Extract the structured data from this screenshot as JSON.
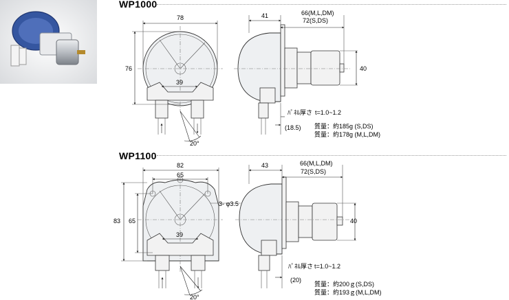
{
  "photo": {
    "icon": "peristaltic-pump-photo",
    "colors": {
      "head": "#3556a0",
      "motor": "#c9ccd1"
    }
  },
  "wp1000": {
    "title": "WP1000",
    "front": {
      "width": "78",
      "height": "76",
      "inner": "39",
      "angle": "20°"
    },
    "side": {
      "depth1": "41",
      "depth2_line1": "66(M,L,DM)",
      "depth2_line2": "72(S,DS)",
      "motor_height": "40",
      "panel_label": "ﾊﾟﾈﾙ厚さ",
      "panel_value": "t=1.0~1.2",
      "offset": "(18.5)"
    },
    "mass_1": "質量：約185g (S,DS)",
    "mass_2": "質量：約178g (M,L,DM)"
  },
  "wp1100": {
    "title": "WP1100",
    "front": {
      "outer_width": "82",
      "inner_width": "65",
      "outer_height": "83",
      "inner_height": "65",
      "holes": "3- φ3.5",
      "inner": "39",
      "angle": "20°"
    },
    "side": {
      "depth1": "43",
      "depth2_line1": "66(M,L,DM)",
      "depth2_line2": "72(S,DS)",
      "motor_height": "40",
      "panel_label": "ﾊﾟﾈﾙ厚さ",
      "panel_value": "t=1.0~1.2",
      "offset": "(20)"
    },
    "mass_1": "質量：約200ｇ(S,DS)",
    "mass_2": "質量：約193ｇ(M,L,DM)"
  }
}
